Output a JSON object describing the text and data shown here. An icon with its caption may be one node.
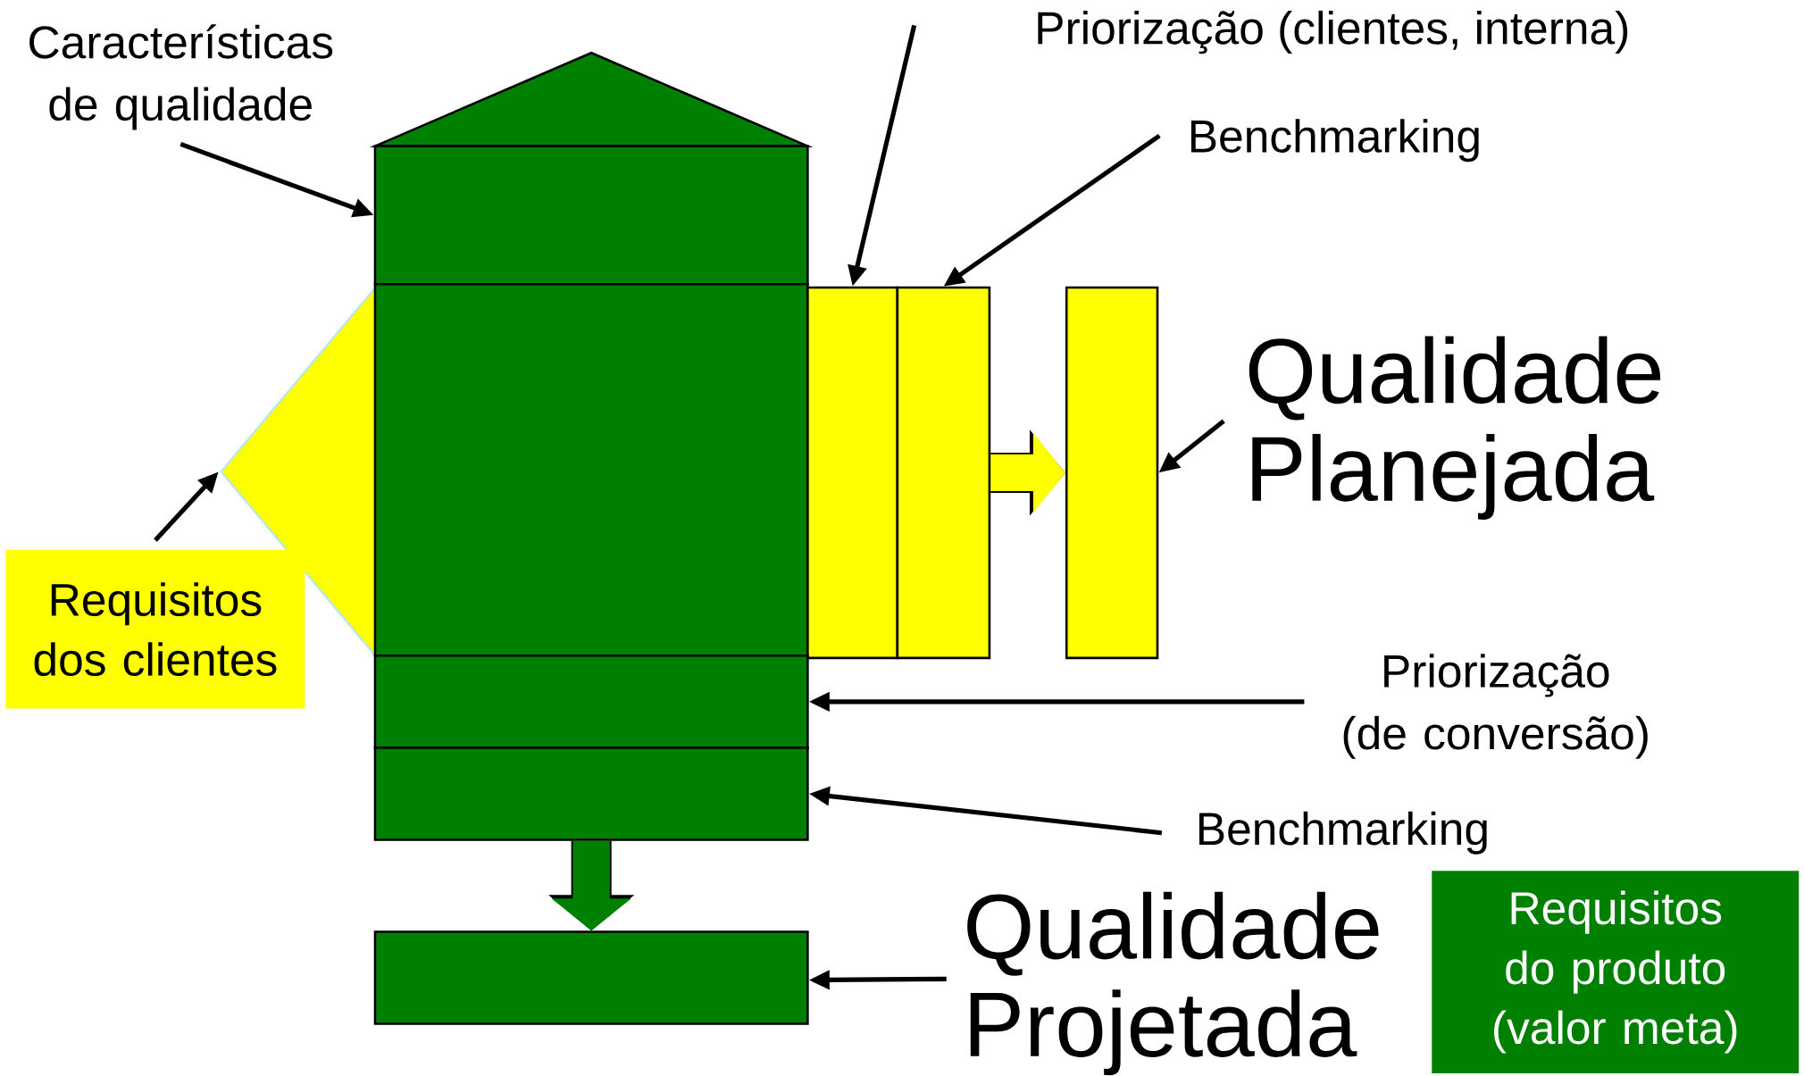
{
  "diagram": {
    "nodes": [
      {
        "text": [
          "Características de qualidade"
        ]
      },
      {
        "text": [
          "Priorização (clientes, interna)"
        ]
      },
      {
        "text": [
          "Benchmarking"
        ]
      },
      {
        "text": [],
        "shape": "box"
      },
      {
        "text": [],
        "shape": "triangle"
      },
      {
        "text": [],
        "shape": "box"
      },
      {
        "text": [],
        "shape": "box"
      },
      {
        "text": [],
        "shape": "box"
      },
      {
        "text": [],
        "shape": "box"
      },
      {
        "text": [
          "Qualidade Planejada"
        ]
      },
      {
        "text": [
          "Requisitos dos clientes"
        ]
      },
      {
        "text": [],
        "shape": "box"
      },
      {
        "text": [
          "Priorização (de conversão)"
        ]
      },
      {
        "text": [],
        "shape": "box"
      },
      {
        "text": [
          "Benchmarking"
        ]
      },
      {
        "text": [],
        "shape": "box"
      },
      {
        "text": [
          "Qualidade Projetada"
        ]
      },
      {
        "text": [
          "Requisitos do produto (valor meta)"
        ]
      }
    ],
    "edges": [
      {
        "from": 0,
        "to": 3,
        "arrow": "to"
      },
      {
        "from": 1,
        "to": 6,
        "arrow": "to"
      },
      {
        "from": 2,
        "to": 7,
        "arrow": "to"
      },
      {
        "from": 9,
        "to": 8,
        "arrow": "to"
      },
      {
        "from": 10,
        "to": 4,
        "arrow": "to"
      },
      {
        "from": 12,
        "to": 11,
        "arrow": "to"
      },
      {
        "from": 14,
        "to": 13,
        "arrow": "to"
      },
      {
        "from": 16,
        "to": 15,
        "arrow": "to"
      },
      {
        "from": 7,
        "to": 8,
        "arrow": "to",
        "style": "thick",
        "color": "#ffff00"
      },
      {
        "from": 13,
        "to": 15,
        "arrow": "to",
        "style": "thick",
        "color": "#008000"
      }
    ]
  }
}
